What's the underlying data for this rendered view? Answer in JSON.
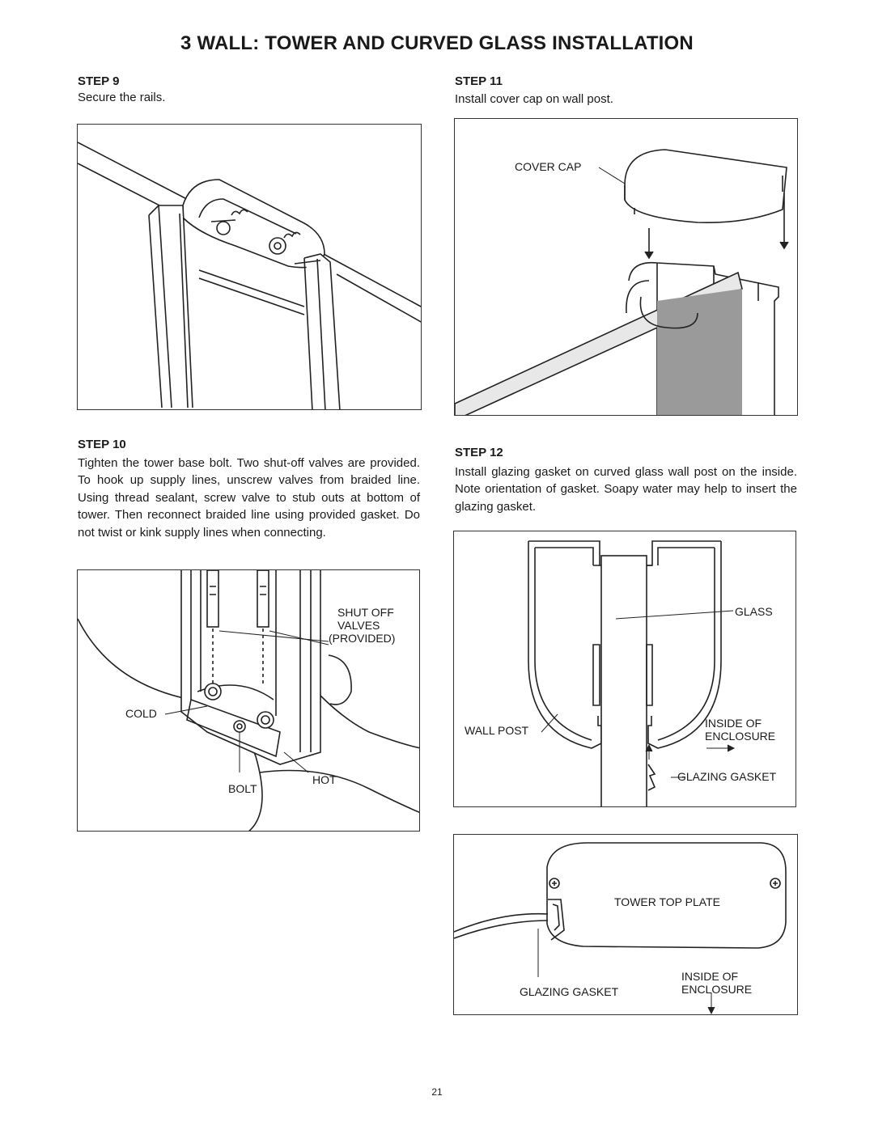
{
  "page": {
    "title": "3 WALL:  TOWER AND CURVED GLASS INSTALLATION",
    "page_number": "21"
  },
  "steps": {
    "step9": {
      "heading": "STEP 9",
      "text": "Secure the rails."
    },
    "step10": {
      "heading": "STEP 10",
      "text": "Tighten the tower base bolt.  Two shut-off valves are provided. To hook up supply lines, unscrew valves from braided line.  Using thread sealant, screw valve to stub outs at bottom of tower.  Then reconnect braided line using provided gasket.  Do not twist or kink supply lines when connecting."
    },
    "step11": {
      "heading": "STEP 11",
      "text": "Install cover cap on wall post."
    },
    "step12": {
      "heading": "STEP 12",
      "text": "Install glazing gasket on curved glass wall post on the inside.  Note orientation of gasket.  Soapy water may help to insert the glazing gasket."
    }
  },
  "labels": {
    "fig10": {
      "shut_off_1": "SHUT OFF",
      "shut_off_2": "VALVES",
      "shut_off_3": "(PROVIDED)",
      "cold": "COLD",
      "hot": "HOT",
      "bolt": "BOLT"
    },
    "fig11": {
      "cover_cap": "COVER CAP"
    },
    "fig12a": {
      "glass": "GLASS",
      "wall_post": "WALL POST",
      "inside_1": "INSIDE OF",
      "inside_2": "ENCLOSURE",
      "gasket": "GLAZING GASKET"
    },
    "fig12b": {
      "top_plate": "TOWER TOP PLATE",
      "gasket": "GLAZING GASKET",
      "inside_1": "INSIDE OF",
      "inside_2": "ENCLOSURE"
    }
  }
}
